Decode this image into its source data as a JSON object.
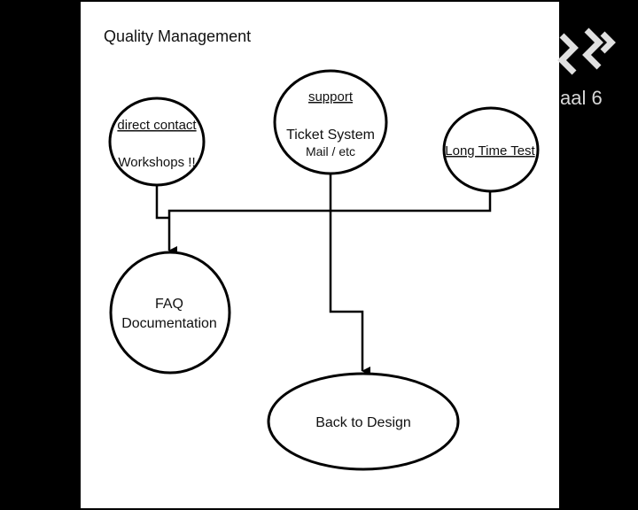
{
  "slide": {
    "title": "Quality Management"
  },
  "nodes": {
    "direct_contact": {
      "heading": "direct contact",
      "body": "Workshops !!"
    },
    "support": {
      "heading": "support",
      "line1": "Ticket System",
      "line2": "Mail / etc"
    },
    "long_time_test": {
      "heading": "Long Time Test"
    },
    "faq": {
      "line1": "FAQ",
      "line2": "Documentation"
    },
    "back_to_design": {
      "label": "Back to Design"
    }
  },
  "overlay": {
    "channel_label": "aal 6",
    "logo_icon": "channel-logo-icon"
  },
  "colors": {
    "background": "#000000",
    "slide": "#ffffff",
    "stroke": "#000000",
    "overlay_text": "#d8d8d8"
  }
}
